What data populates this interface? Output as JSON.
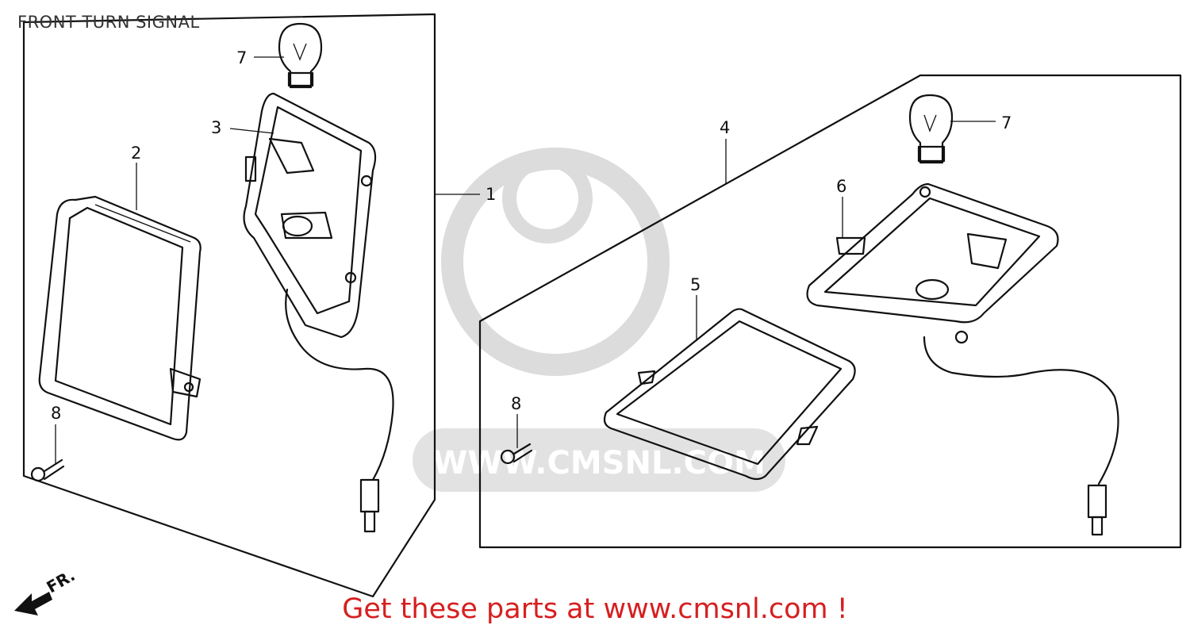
{
  "title": "FRONT TURN SIGNAL",
  "footer": "Get these parts at www.cmsnl.com !",
  "watermark": "WWW.CMSNL.COM",
  "direction_label": "FR.",
  "callouts": {
    "c1": "1",
    "c2": "2",
    "c3": "3",
    "c4": "4",
    "c5": "5",
    "c6": "6",
    "c7a": "7",
    "c7b": "7",
    "c8a": "8",
    "c8b": "8"
  },
  "colors": {
    "footer": "#d61f1f",
    "line": "#111111",
    "watermark": "#d8d8d8"
  }
}
